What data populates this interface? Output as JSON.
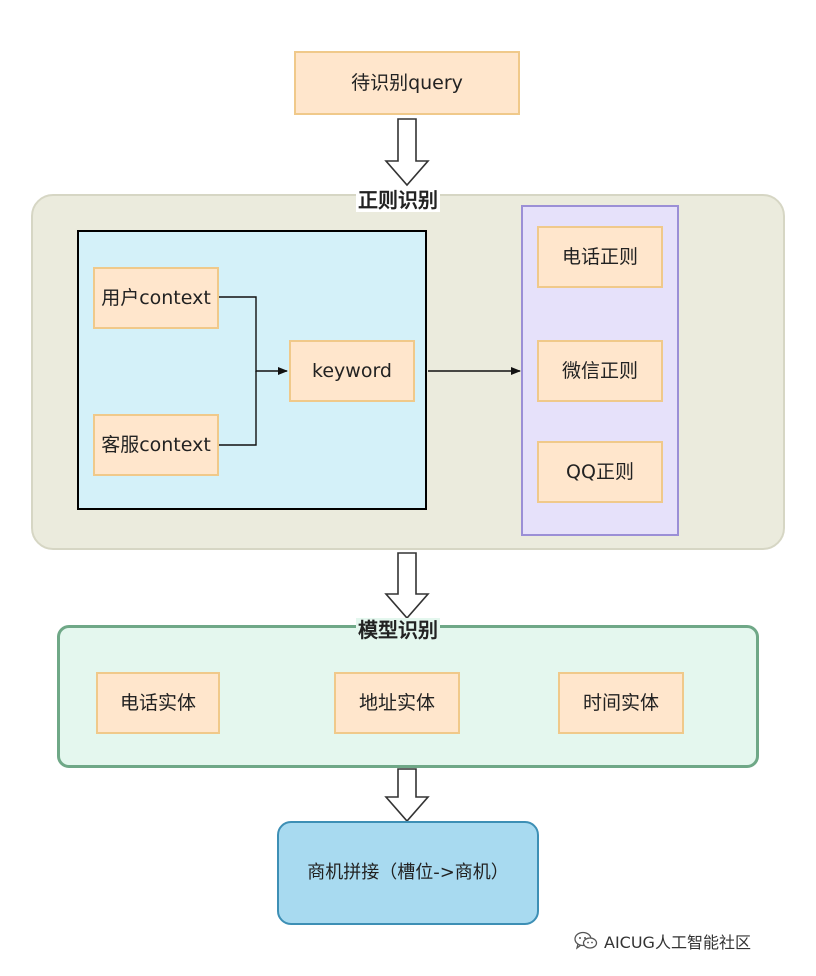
{
  "query": {
    "label": "待识别query"
  },
  "regex": {
    "title": "正则识别",
    "context": {
      "user_context": "用户context",
      "agent_context": "客服context",
      "keyword": "keyword"
    },
    "rules": [
      "电话正则",
      "微信正则",
      "QQ正则"
    ]
  },
  "model": {
    "title": "模型识别",
    "entities": [
      "电话实体",
      "地址实体",
      "时间实体"
    ]
  },
  "output": {
    "label": "商机拼接（槽位->商机）"
  },
  "watermark": {
    "text": "AICUG人工智能社区",
    "icon": "wechat-icon"
  },
  "colors": {
    "node_fill": "#ffe6cc",
    "node_border": "#f0c98a",
    "regex_container": "#ebebdd",
    "context_box": "#d4f1f9",
    "rules_box": "#e6e1fa",
    "rules_border": "#9b8fd6",
    "model_container": "#e4f7ee",
    "model_border": "#6fa887",
    "output_fill": "#a8daf0",
    "output_border": "#3d8fb5"
  }
}
